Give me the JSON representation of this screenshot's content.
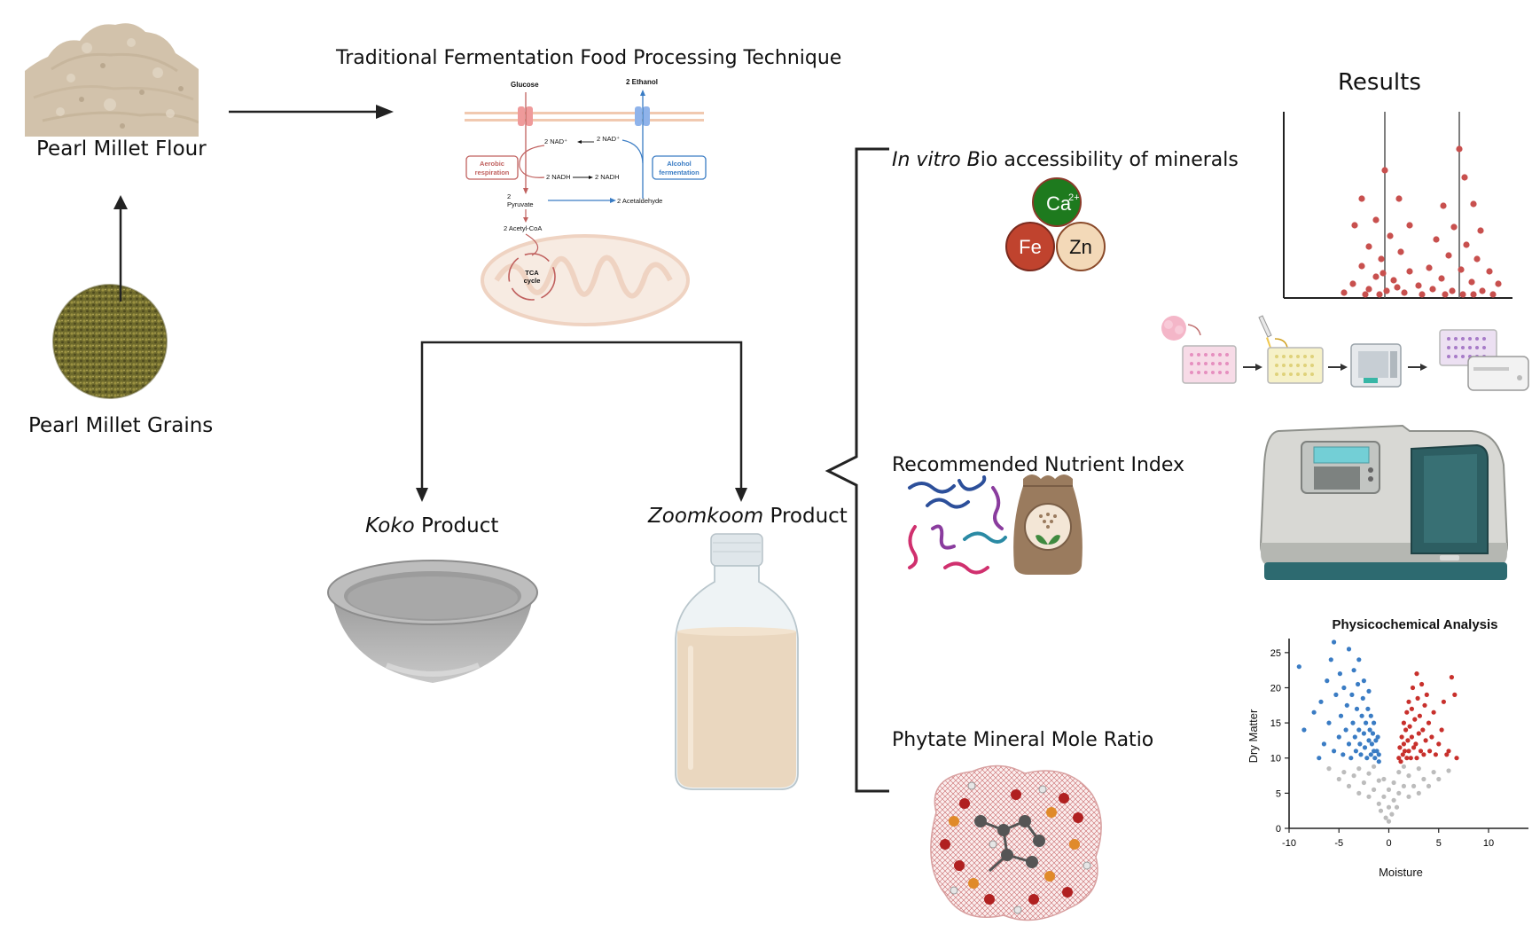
{
  "colors": {
    "ca": "#1e7a1e",
    "fe": "#c0432e",
    "zn": "#f3d9b8",
    "blue": "#3a7cc4",
    "red": "#c8302c",
    "grey": "#bcbcbc"
  },
  "labels": {
    "flour": "Pearl Millet Flour",
    "grains": "Pearl Millet Grains",
    "technique": "Traditional Fermentation Food Processing Technique",
    "koko_italic": "Koko",
    "koko_rest": " Product",
    "zoomkoom_italic": "Zoomkoom",
    "zoomkoom_rest": " Product",
    "invitro_italic": "In vitro B",
    "invitro_rest": "io accessibility of minerals",
    "rni": "Recommended Nutrient Index",
    "phytate": "Phytate Mineral Mole Ratio",
    "results": "Results"
  },
  "pathway": {
    "glucose": "Glucose",
    "ethanol": "2 Ethanol",
    "nad_left": "2 NAD⁺",
    "nad_right": "2 NAD⁺",
    "nadh_left": "2 NADH",
    "nadh_right": "2 NADH",
    "aerobic": [
      "Aerobic",
      "respiration"
    ],
    "alcohol": [
      "Alcohol",
      "fermentation"
    ],
    "pyruvate": [
      "2",
      "Pyruvate"
    ],
    "acetaldehyde": "2 Acetaldehyde",
    "acetylcoa": "2 Acetyl-CoA",
    "tca": [
      "TCA",
      "cycle"
    ]
  },
  "minerals": {
    "ca": "Ca",
    "ca_sup": "2+",
    "fe": "Fe",
    "zn": "Zn"
  },
  "chart_data": {
    "type": "scatter",
    "title": "Physicochemical Analysis",
    "xlabel": "Moisture",
    "ylabel": "Dry Matter",
    "xlim": [
      -10,
      14
    ],
    "ylim": [
      0,
      27
    ],
    "xticks": [
      "-10",
      "-5",
      "0",
      "5",
      "10"
    ],
    "yticks": [
      "0",
      "5",
      "10",
      "15",
      "20",
      "25"
    ],
    "series": [
      {
        "color": "#3a7cc4",
        "points": [
          [
            -9,
            23
          ],
          [
            -8.5,
            14
          ],
          [
            -7.5,
            16.5
          ],
          [
            -7,
            10
          ],
          [
            -6.8,
            18
          ],
          [
            -6.5,
            12
          ],
          [
            -6.2,
            21
          ],
          [
            -6,
            15
          ],
          [
            -5.8,
            24
          ],
          [
            -5.5,
            26.5
          ],
          [
            -5.5,
            11
          ],
          [
            -5.3,
            19
          ],
          [
            -5,
            13
          ],
          [
            -4.9,
            22
          ],
          [
            -4.8,
            16
          ],
          [
            -4.6,
            10.5
          ],
          [
            -4.5,
            20
          ],
          [
            -4.3,
            14
          ],
          [
            -4.2,
            17.5
          ],
          [
            -4,
            12
          ],
          [
            -4,
            25.5
          ],
          [
            -3.8,
            10
          ],
          [
            -3.7,
            19
          ],
          [
            -3.6,
            15
          ],
          [
            -3.5,
            22.5
          ],
          [
            -3.4,
            13
          ],
          [
            -3.3,
            11
          ],
          [
            -3.2,
            17
          ],
          [
            -3.1,
            20.5
          ],
          [
            -3,
            14
          ],
          [
            -3,
            24
          ],
          [
            -2.9,
            12
          ],
          [
            -2.8,
            10.5
          ],
          [
            -2.7,
            16
          ],
          [
            -2.6,
            18.5
          ],
          [
            -2.5,
            13.5
          ],
          [
            -2.5,
            21
          ],
          [
            -2.4,
            11.5
          ],
          [
            -2.3,
            15
          ],
          [
            -2.2,
            10
          ],
          [
            -2.1,
            17
          ],
          [
            -2,
            12.5
          ],
          [
            -2,
            19.5
          ],
          [
            -1.9,
            14
          ],
          [
            -1.8,
            10.5
          ],
          [
            -1.8,
            16
          ],
          [
            -1.7,
            12
          ],
          [
            -1.6,
            13.5
          ],
          [
            -1.5,
            11
          ],
          [
            -1.5,
            15
          ],
          [
            -1.4,
            10
          ],
          [
            -1.3,
            12.5
          ],
          [
            -1.2,
            11
          ],
          [
            -1.1,
            13
          ],
          [
            -1,
            10.5
          ],
          [
            -1,
            9.5
          ]
        ]
      },
      {
        "color": "#c8302c",
        "points": [
          [
            1,
            10
          ],
          [
            1.1,
            11.5
          ],
          [
            1.2,
            9.5
          ],
          [
            1.3,
            13
          ],
          [
            1.4,
            10.5
          ],
          [
            1.5,
            12
          ],
          [
            1.5,
            15
          ],
          [
            1.6,
            11
          ],
          [
            1.7,
            14
          ],
          [
            1.8,
            10
          ],
          [
            1.8,
            16.5
          ],
          [
            1.9,
            12.5
          ],
          [
            2,
            18
          ],
          [
            2,
            11
          ],
          [
            2.1,
            14.5
          ],
          [
            2.2,
            10
          ],
          [
            2.3,
            13
          ],
          [
            2.3,
            17
          ],
          [
            2.4,
            20
          ],
          [
            2.5,
            11.5
          ],
          [
            2.6,
            15.5
          ],
          [
            2.7,
            12
          ],
          [
            2.8,
            22
          ],
          [
            2.8,
            10
          ],
          [
            2.9,
            18.5
          ],
          [
            3,
            13.5
          ],
          [
            3.1,
            16
          ],
          [
            3.2,
            11
          ],
          [
            3.3,
            20.5
          ],
          [
            3.4,
            14
          ],
          [
            3.5,
            10.5
          ],
          [
            3.6,
            17.5
          ],
          [
            3.7,
            12.5
          ],
          [
            3.8,
            19
          ],
          [
            4,
            15
          ],
          [
            4.1,
            11
          ],
          [
            4.3,
            13
          ],
          [
            4.5,
            16.5
          ],
          [
            4.7,
            10.5
          ],
          [
            5,
            12
          ],
          [
            5.3,
            14
          ],
          [
            5.5,
            18
          ],
          [
            5.8,
            10.5
          ],
          [
            6,
            11
          ],
          [
            6.3,
            21.5
          ],
          [
            6.6,
            19
          ],
          [
            6.8,
            10
          ]
        ]
      },
      {
        "color": "#bcbcbc",
        "points": [
          [
            -5,
            7
          ],
          [
            -4.5,
            8
          ],
          [
            -4,
            6
          ],
          [
            -3.5,
            7.5
          ],
          [
            -3,
            5
          ],
          [
            -3,
            8.5
          ],
          [
            -2.5,
            6.5
          ],
          [
            -2,
            4.5
          ],
          [
            -2,
            7.8
          ],
          [
            -1.5,
            5.5
          ],
          [
            -1.5,
            8.8
          ],
          [
            -1,
            3.5
          ],
          [
            -1,
            6.8
          ],
          [
            -0.8,
            2.5
          ],
          [
            -0.5,
            4.5
          ],
          [
            -0.5,
            7
          ],
          [
            -0.3,
            1.5
          ],
          [
            0,
            1
          ],
          [
            0,
            3
          ],
          [
            0,
            5.5
          ],
          [
            0.3,
            2
          ],
          [
            0.5,
            4
          ],
          [
            0.5,
            6.5
          ],
          [
            0.8,
            3
          ],
          [
            1,
            5
          ],
          [
            1,
            8
          ],
          [
            1.5,
            6
          ],
          [
            1.5,
            8.8
          ],
          [
            2,
            4.5
          ],
          [
            2,
            7.5
          ],
          [
            2.5,
            6
          ],
          [
            3,
            5
          ],
          [
            3,
            8.5
          ],
          [
            3.5,
            7
          ],
          [
            4,
            6
          ],
          [
            4.5,
            8
          ],
          [
            5,
            7
          ],
          [
            -6,
            8.5
          ],
          [
            6,
            8.2
          ]
        ]
      }
    ]
  }
}
